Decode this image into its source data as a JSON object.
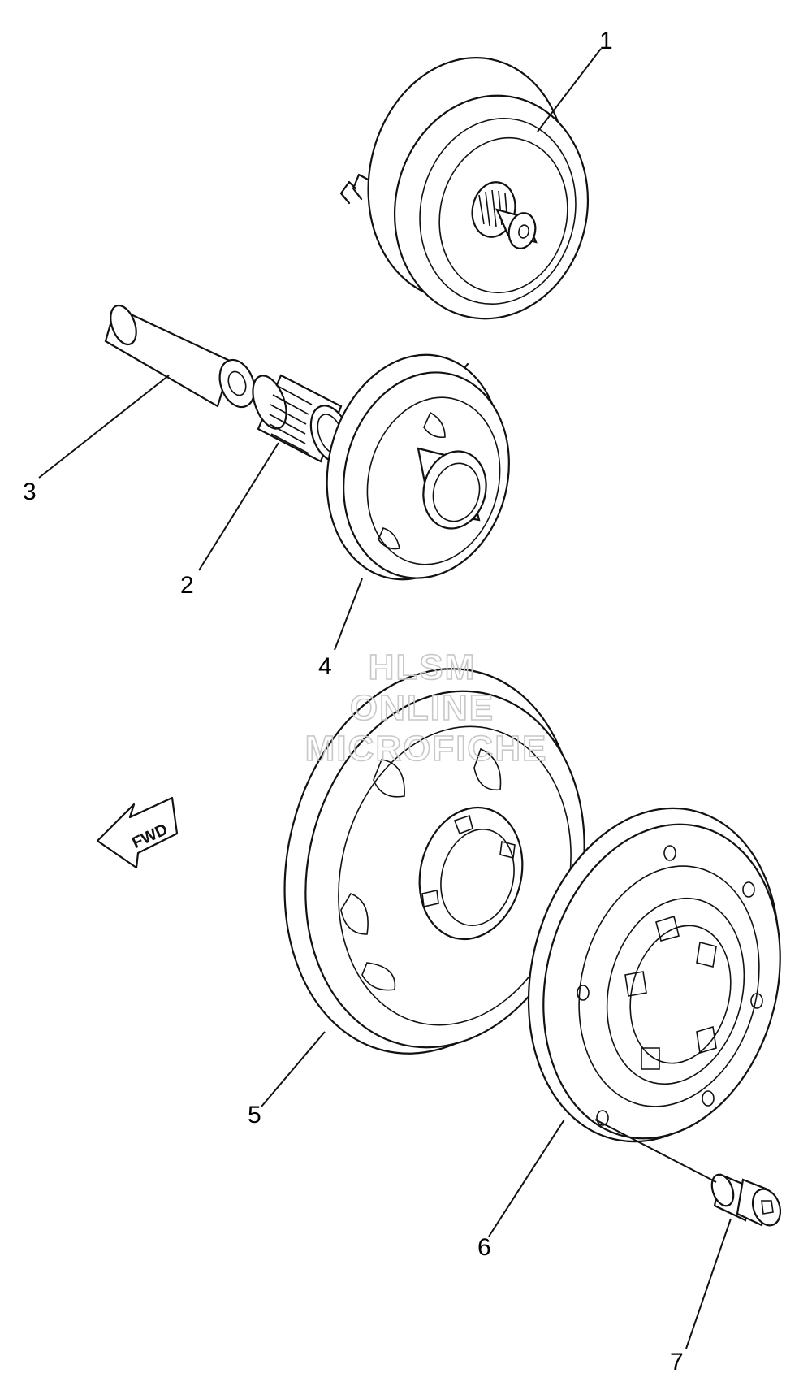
{
  "callouts": {
    "c1": "1",
    "c2": "2",
    "c3": "3",
    "c4": "4",
    "c5": "5",
    "c6": "6",
    "c7": "7"
  },
  "direction_arrow": {
    "label": "FWD"
  },
  "watermark": {
    "line1": "HLSM",
    "line2": "ONLINE",
    "line3": "MICROFICHE"
  }
}
